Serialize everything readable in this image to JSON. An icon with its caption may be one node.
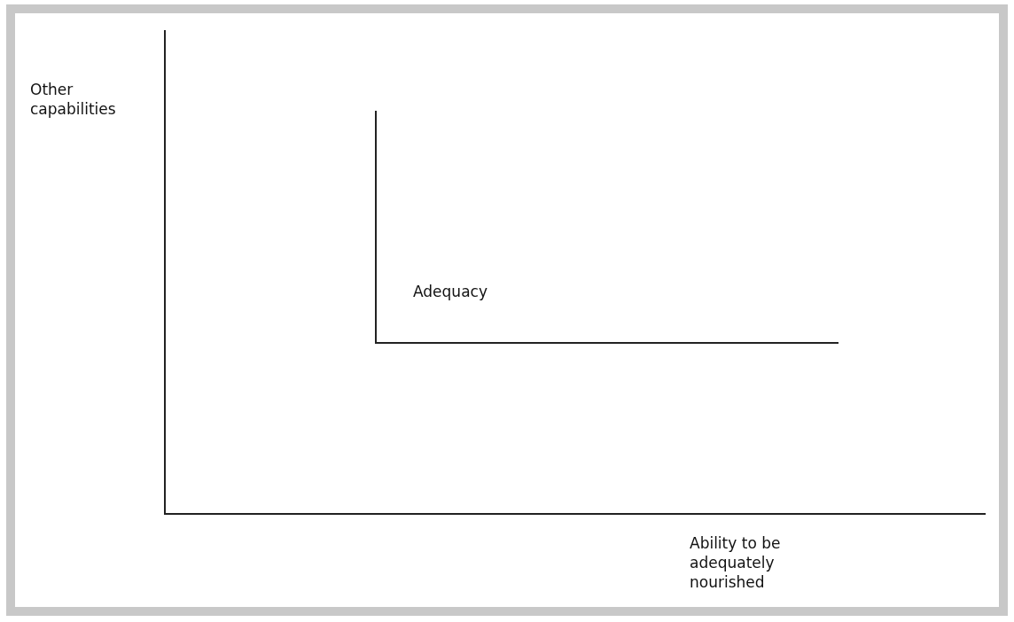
{
  "diagram": {
    "labels": [
      "Other capabilities",
      "Adequacy",
      "Ability to be adequately nourished"
    ]
  }
}
